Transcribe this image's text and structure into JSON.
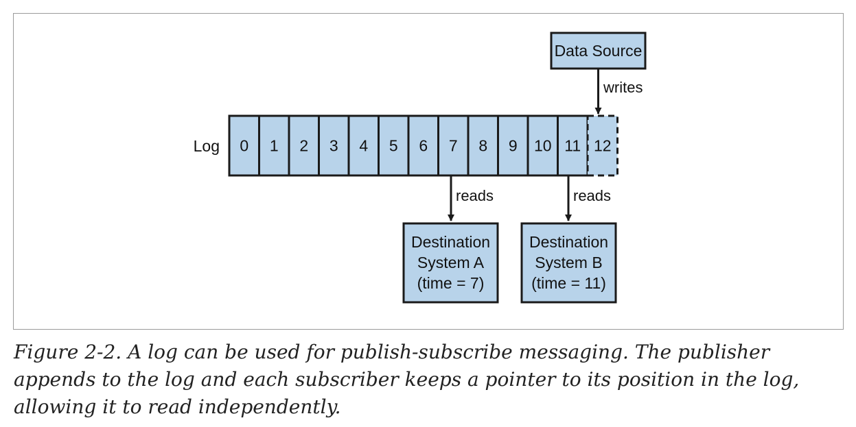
{
  "diagram": {
    "log_label": "Log",
    "cells": [
      "0",
      "1",
      "2",
      "3",
      "4",
      "5",
      "6",
      "7",
      "8",
      "9",
      "10",
      "11",
      "12"
    ],
    "pending_cell_index": 12,
    "source": {
      "label": "Data Source"
    },
    "edges": {
      "writes": "writes",
      "reads_a": "reads",
      "reads_b": "reads"
    },
    "dest_a": {
      "lines": [
        "Destination",
        "System A",
        "(time = 7)"
      ]
    },
    "dest_b": {
      "lines": [
        "Destination",
        "System B",
        "(time = 11)"
      ]
    }
  },
  "caption": "Figure 2-2. A log can be used for publish-subscribe messaging. The publisher appends to the log and each subscriber keeps a pointer to its position in the log, allowing it to read independently.",
  "colors": {
    "box_fill": "#b8d3ea",
    "stroke": "#1a1a1a",
    "frame": "#9a9a9a"
  }
}
